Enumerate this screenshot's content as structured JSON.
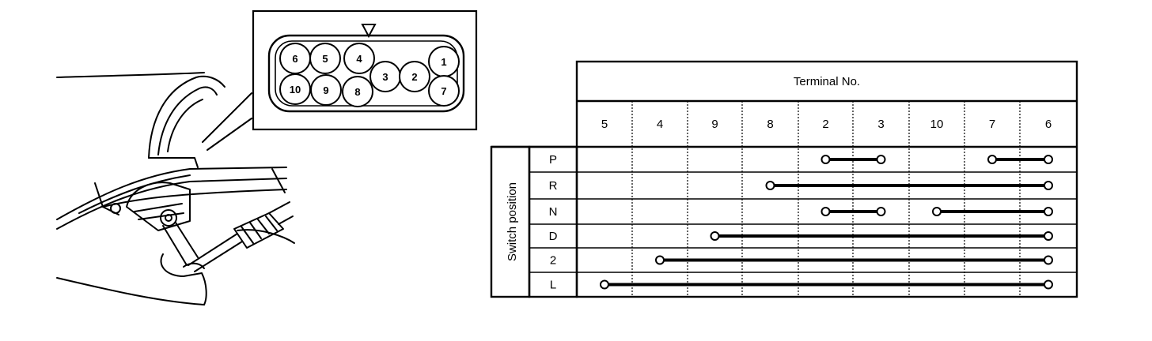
{
  "connector": {
    "pins": [
      {
        "id": "6"
      },
      {
        "id": "5"
      },
      {
        "id": "4"
      },
      {
        "id": "3"
      },
      {
        "id": "2"
      },
      {
        "id": "1"
      },
      {
        "id": "10"
      },
      {
        "id": "9"
      },
      {
        "id": "8"
      },
      {
        "id": "7"
      }
    ]
  },
  "table": {
    "header": "Terminal No.",
    "row_header": "Switch position",
    "terminals": [
      "5",
      "4",
      "9",
      "8",
      "2",
      "3",
      "10",
      "7",
      "6"
    ],
    "positions": [
      "P",
      "R",
      "N",
      "D",
      "2",
      "L"
    ],
    "continuity": {
      "P": [
        [
          "2",
          "3"
        ],
        [
          "7",
          "6"
        ]
      ],
      "R": [
        [
          "8",
          "6"
        ]
      ],
      "N": [
        [
          "2",
          "3"
        ],
        [
          "10",
          "6"
        ]
      ],
      "D": [
        [
          "9",
          "6"
        ]
      ],
      "2": [
        [
          "4",
          "6"
        ]
      ],
      "L": [
        [
          "5",
          "6"
        ]
      ]
    }
  }
}
